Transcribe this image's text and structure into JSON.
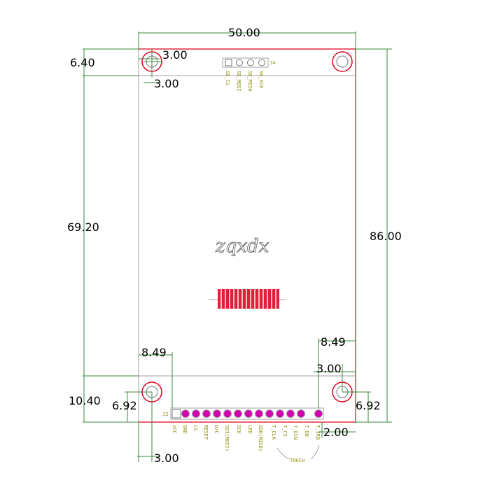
{
  "dimensions": {
    "width_top": "50.00",
    "height_total": "86.00",
    "height_main": "69.20",
    "top_margin": "6.40",
    "hole_tl_x": "3.00",
    "hole_tl_y": "3.00",
    "bottom_margin": "10.40",
    "hole_bl_y": "6.92",
    "hole_br_y": "6.92",
    "hole_bl_x": "3.00",
    "bl_offset": "8.49",
    "br_offset": "8.49",
    "br_hole_x": "3.00",
    "br_edge": "2.00"
  },
  "connectors": {
    "j4_label": "J4",
    "j4_pins": [
      "SD_CS",
      "SD_MOSI",
      "SD_MISO",
      "SD_SCK"
    ],
    "j2_label": "J2",
    "j2_pins": [
      "VCC",
      "GND",
      "CS",
      "RESET",
      "D/C",
      "SDI(MOSI)",
      "SCK",
      "LED",
      "SDO(MISO)",
      "T_CLK",
      "T_CS",
      "T_DIN",
      "T_DO",
      "T_IRQ"
    ],
    "touch_label": "TOUCH"
  },
  "watermark": "zqxdx",
  "colors": {
    "outline": "#e0001a",
    "dimension_line": "#3a8a3a",
    "pad": "#d000b0",
    "fpc": "#e0203a"
  }
}
